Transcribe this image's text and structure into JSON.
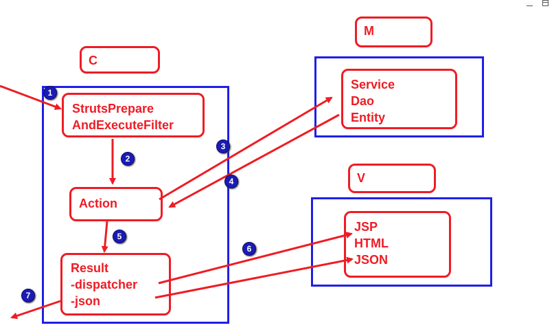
{
  "labels": {
    "c": "C",
    "m": "M",
    "v": "V"
  },
  "controller": {
    "filter_lines": [
      "StrutsPrepare",
      "AndExecuteFilter"
    ],
    "action": "Action",
    "result_lines": [
      "Result",
      "-dispatcher",
      "-json"
    ]
  },
  "model": {
    "lines": [
      "Service",
      "Dao",
      "Entity"
    ]
  },
  "view": {
    "lines": [
      "JSP",
      "HTML",
      "JSON"
    ]
  },
  "steps": [
    "1",
    "2",
    "3",
    "4",
    "5",
    "6",
    "7"
  ],
  "colors": {
    "box_stroke": "#ee1c24",
    "text": "#ee1c24",
    "frame_stroke": "#1f1fe6",
    "arrow": "#ee1c24",
    "badge": "#1b1bb5"
  }
}
